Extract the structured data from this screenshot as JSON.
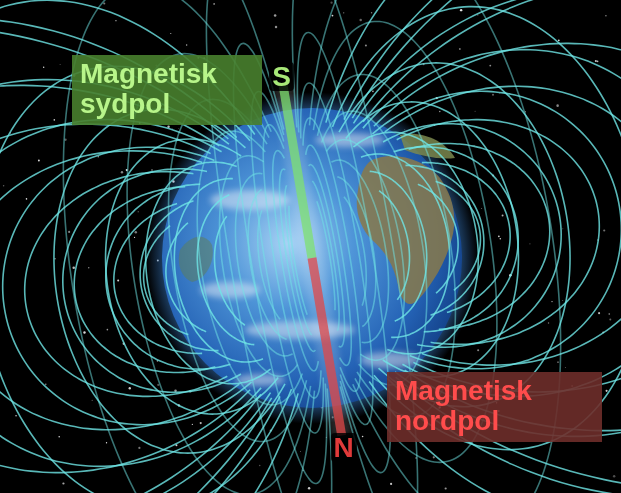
{
  "diagram": {
    "nodes": [
      {
        "text": [
          "Magnetisk sydpol"
        ]
      },
      {
        "text": [
          "Magnetisk nordpol"
        ]
      }
    ],
    "labels": [
      "S",
      "N"
    ]
  }
}
